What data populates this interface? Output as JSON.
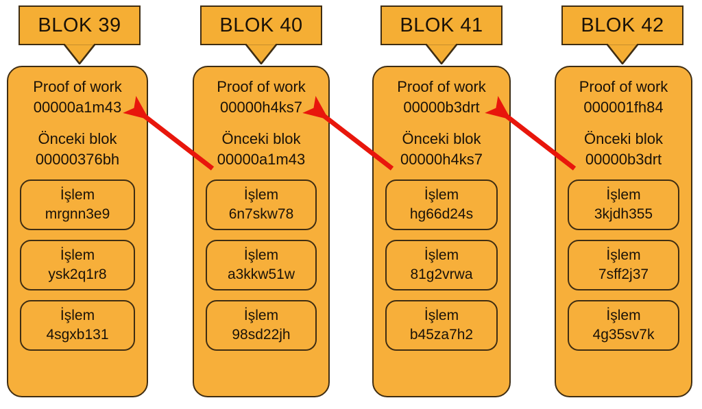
{
  "diagram": {
    "title": "Blok zinciri (blockchain) diyagrami",
    "language": "tr",
    "colors": {
      "block_fill": "#F7AF3A",
      "banner_fill": "#F5AE34",
      "outline": "#3F2D12",
      "arrow": "#E8160C",
      "background": "#FFFFFF",
      "text": "#1A1208"
    },
    "labels": {
      "proof_of_work": "Proof of work",
      "previous_block": "Önceki blok",
      "transaction": "İşlem"
    },
    "blocks": [
      {
        "banner": "BLOK 39",
        "pow_label": "Proof of work",
        "pow_hash": "00000a1m43",
        "prev_label": "Önceki blok",
        "prev_hash": "00000376bh",
        "transactions": [
          {
            "label": "İşlem",
            "hash": "mrgnn3e9"
          },
          {
            "label": "İşlem",
            "hash": "ysk2q1r8"
          },
          {
            "label": "İşlem",
            "hash": "4sgxb131"
          }
        ]
      },
      {
        "banner": "BLOK 40",
        "pow_label": "Proof of work",
        "pow_hash": "00000h4ks7",
        "prev_label": "Önceki blok",
        "prev_hash": "00000a1m43",
        "transactions": [
          {
            "label": "İşlem",
            "hash": "6n7skw78"
          },
          {
            "label": "İşlem",
            "hash": "a3kkw51w"
          },
          {
            "label": "İşlem",
            "hash": "98sd22jh"
          }
        ]
      },
      {
        "banner": "BLOK 41",
        "pow_label": "Proof of work",
        "pow_hash": "00000b3drt",
        "prev_label": "Önceki blok",
        "prev_hash": "00000h4ks7",
        "transactions": [
          {
            "label": "İşlem",
            "hash": "hg66d24s"
          },
          {
            "label": "İşlem",
            "hash": "81g2vrwa"
          },
          {
            "label": "İşlem",
            "hash": "b45za7h2"
          }
        ]
      },
      {
        "banner": "BLOK 42",
        "pow_label": "Proof of work",
        "pow_hash": "000001fh84",
        "prev_label": "Önceki blok",
        "prev_hash": "00000b3drt",
        "transactions": [
          {
            "label": "İşlem",
            "hash": "3kjdh355"
          },
          {
            "label": "İşlem",
            "hash": "7sff2j37"
          },
          {
            "label": "İşlem",
            "hash": "4g35sv7k"
          }
        ]
      }
    ],
    "links": [
      {
        "from": "BLOK 40",
        "to": "BLOK 39",
        "meaning": "Önceki blok 00000a1m43 -> Proof of work 00000a1m43"
      },
      {
        "from": "BLOK 41",
        "to": "BLOK 40",
        "meaning": "Önceki blok 00000h4ks7 -> Proof of work 00000h4ks7"
      },
      {
        "from": "BLOK 42",
        "to": "BLOK 41",
        "meaning": "Önceki blok 00000b3drt -> Proof of work 00000b3drt"
      }
    ]
  }
}
